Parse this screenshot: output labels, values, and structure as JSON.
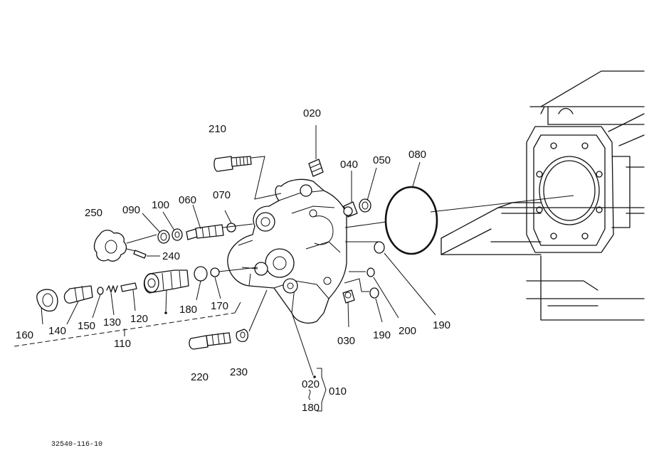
{
  "parts": {
    "p010": "010",
    "p020_top": "020",
    "p020_bottom": "020",
    "p030": "030",
    "p040": "040",
    "p050": "050",
    "p060": "060",
    "p070": "070",
    "p080": "080",
    "p090": "090",
    "p100": "100",
    "p110": "110",
    "p120": "120",
    "p130": "130",
    "p140": "140",
    "p150": "150",
    "p160": "160",
    "p170": "170",
    "p180_left": "180",
    "p180_bottom": "180",
    "p190_left": "190",
    "p190_right": "190",
    "p200": "200",
    "p210": "210",
    "p220": "220",
    "p230": "230",
    "p240": "240",
    "p250": "250"
  },
  "drawing_code": "32540-116-10"
}
